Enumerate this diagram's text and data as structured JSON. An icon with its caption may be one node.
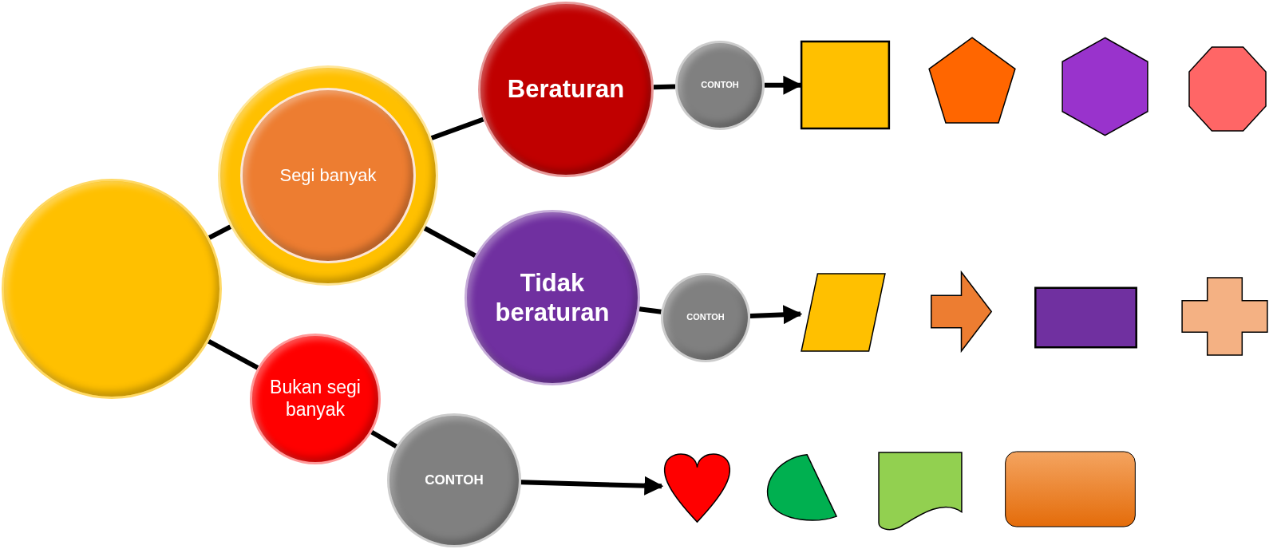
{
  "diagram": {
    "nodes": [
      {
        "text": [],
        "shape": "circle"
      },
      {
        "text": [
          "Segi banyak"
        ]
      },
      {
        "text": [
          "Beraturan"
        ]
      },
      {
        "text": [
          "CONTOH"
        ]
      },
      {
        "text": [],
        "shape": "box"
      },
      {
        "text": [],
        "shape": "pentagon"
      },
      {
        "text": [],
        "shape": "hexagon"
      },
      {
        "text": [],
        "shape": "octagon"
      },
      {
        "text": [
          "Tidak beraturan"
        ]
      },
      {
        "text": [
          "CONTOH"
        ]
      },
      {
        "text": [],
        "shape": "parallelogram"
      },
      {
        "text": [],
        "shape": "arrow"
      },
      {
        "text": [],
        "shape": "box"
      },
      {
        "text": [],
        "shape": "cross"
      },
      {
        "text": [
          "Bukan segi banyak"
        ]
      },
      {
        "text": [
          "CONTOH"
        ]
      },
      {
        "text": [],
        "shape": "heart"
      },
      {
        "text": [],
        "shape": "pie"
      },
      {
        "text": [],
        "shape": "document"
      },
      {
        "text": [],
        "shape": "box"
      }
    ],
    "edges": [
      {
        "from": 0,
        "to": 1,
        "arrow": "none"
      },
      {
        "from": 0,
        "to": 14,
        "arrow": "none"
      },
      {
        "from": 1,
        "to": 2,
        "arrow": "none"
      },
      {
        "from": 1,
        "to": 8,
        "arrow": "none"
      },
      {
        "from": 2,
        "to": 3,
        "arrow": "none"
      },
      {
        "from": 3,
        "to": 4,
        "arrow": "to"
      },
      {
        "from": 8,
        "to": 9,
        "arrow": "none"
      },
      {
        "from": 9,
        "to": 10,
        "arrow": "to"
      },
      {
        "from": 14,
        "to": 15,
        "arrow": "none"
      },
      {
        "from": 15,
        "to": 16,
        "arrow": "to"
      }
    ]
  }
}
